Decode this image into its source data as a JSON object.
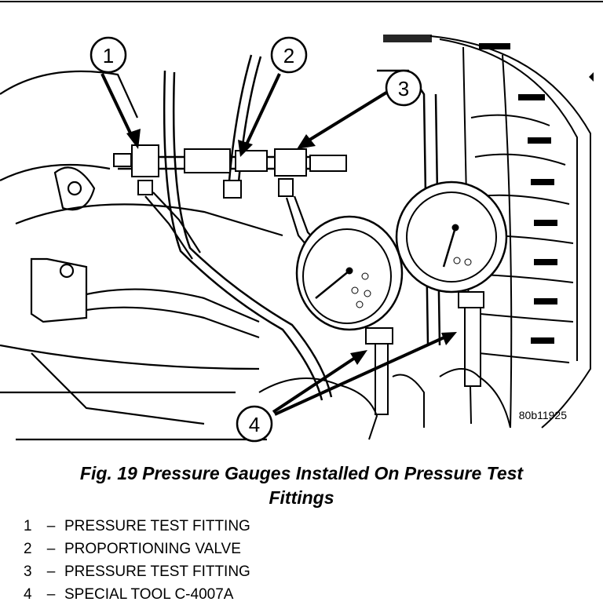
{
  "figure": {
    "image_code": "80b11925",
    "caption_line_1": "Fig. 19 Pressure Gauges Installed On Pressure Test",
    "caption_line_2": "Fittings"
  },
  "callouts": [
    {
      "number": "1",
      "label": "PRESSURE TEST FITTING"
    },
    {
      "number": "2",
      "label": "PROPORTIONING VALVE"
    },
    {
      "number": "3",
      "label": "PRESSURE TEST FITTING"
    },
    {
      "number": "4",
      "label": "SPECIAL TOOL C-4007A"
    }
  ],
  "legend_separator": "–"
}
